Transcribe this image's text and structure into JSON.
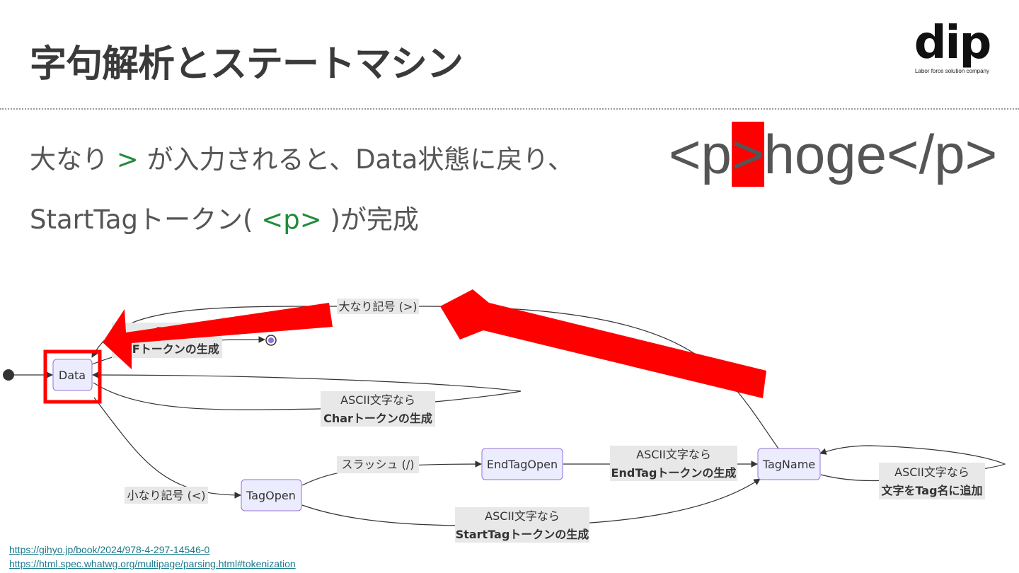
{
  "slide": {
    "title": "字句解析とステートマシン",
    "logo": {
      "wordmark": "dip",
      "tagline": "Labor force solution company"
    },
    "description": {
      "line1": {
        "before": "大なり",
        "symbol": ">",
        "after": "が入力されると、Data状態に戻り、"
      },
      "line2": {
        "before": "StartTagトークン(",
        "symbol": "<p>",
        "after": ")が完成"
      }
    },
    "code_sample": {
      "before": "<p",
      "highlight": ">",
      "after": "hoge</p>"
    },
    "colors": {
      "accent_green": "#1e8c3a",
      "highlight_red": "#ff0000",
      "node_fill": "#ececff",
      "node_stroke": "#9370db"
    }
  },
  "diagram": {
    "nodes": {
      "data": "Data",
      "tag_open": "TagOpen",
      "end_tag_open": "EndTagOpen",
      "tag_name": "TagName"
    },
    "edges": {
      "greater_than": "大なり記号 (>)",
      "eof_line1": "EOF",
      "eof_line2": "EOFトークンの生成",
      "char_line1": "ASCII文字なら",
      "char_line2": "Charトークンの生成",
      "less_than": "小なり記号 (<)",
      "slash": "スラッシュ (/)",
      "end_tag_line1": "ASCII文字なら",
      "end_tag_line2": "EndTagトークンの生成",
      "start_tag_line1": "ASCII文字なら",
      "start_tag_line2": "StartTagトークンの生成",
      "tag_name_line1": "ASCII文字なら",
      "tag_name_line2": "文字をTag名に追加"
    }
  },
  "references": [
    "https://gihyo.jp/book/2024/978-4-297-14546-0",
    "https://html.spec.whatwg.org/multipage/parsing.html#tokenization"
  ]
}
